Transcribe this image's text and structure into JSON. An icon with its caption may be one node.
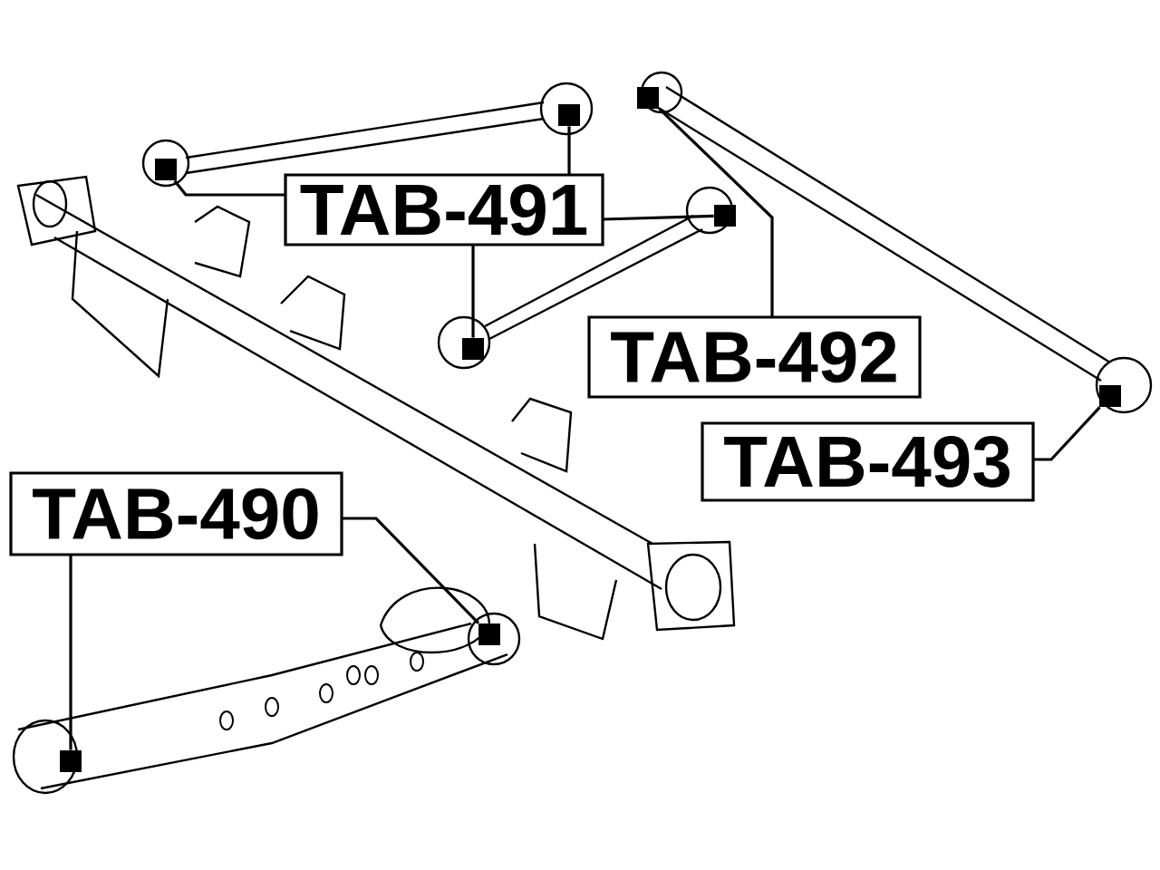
{
  "diagram": {
    "nodes": [
      {
        "text": [
          "TAB-491"
        ]
      },
      {
        "text": [],
        "shape": "box"
      },
      {
        "text": [],
        "shape": "box"
      },
      {
        "text": [],
        "shape": "box"
      },
      {
        "text": [],
        "shape": "box"
      },
      {
        "text": [],
        "shape": "box"
      },
      {
        "text": [
          "TAB-492"
        ]
      },
      {
        "text": [],
        "shape": "box"
      },
      {
        "text": [
          "TAB-493"
        ]
      },
      {
        "text": [
          "TAB-490"
        ]
      },
      {
        "text": [],
        "shape": "box"
      },
      {
        "text": [],
        "shape": "box"
      }
    ],
    "edges": [
      {
        "from": 0,
        "to": 2,
        "arrow": "none"
      },
      {
        "from": 0,
        "to": 1,
        "arrow": "none"
      },
      {
        "from": 0,
        "to": 3,
        "arrow": "none"
      },
      {
        "from": 0,
        "to": 4,
        "arrow": "none"
      },
      {
        "from": 6,
        "to": 5,
        "arrow": "none"
      },
      {
        "from": 8,
        "to": 7,
        "arrow": "none"
      },
      {
        "from": 9,
        "to": 10,
        "arrow": "none"
      },
      {
        "from": 9,
        "to": 11,
        "arrow": "none"
      }
    ]
  }
}
